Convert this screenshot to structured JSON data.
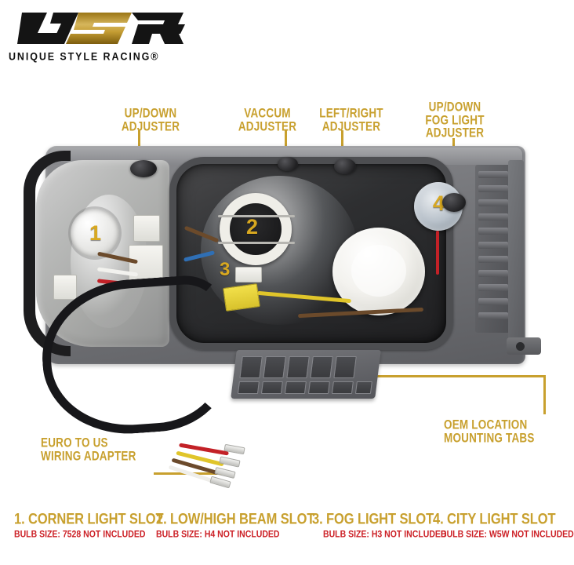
{
  "brand": {
    "logo_text": "USR",
    "tagline": "UNIQUE STYLE RACING®",
    "gold": "#c8a02e",
    "black": "#111111"
  },
  "callouts": [
    {
      "id": "up-down-adjuster",
      "label": "UP/DOWN\nADJUSTER"
    },
    {
      "id": "vaccum-adjuster",
      "label": "VACCUM\nADJUSTER"
    },
    {
      "id": "left-right-adjuster",
      "label": "LEFT/RIGHT\nADJUSTER"
    },
    {
      "id": "up-down-fog-adjuster",
      "label": "UP/DOWN\nFOG LIGHT\nADJUSTER"
    },
    {
      "id": "oem-mounting-tabs",
      "label": "OEM LOCATION\nMOUNTING TABS"
    },
    {
      "id": "euro-to-us-adapter",
      "label": "EURO TO US\nWIRING ADAPTER"
    }
  ],
  "markers": [
    {
      "id": "marker-1",
      "number": "1"
    },
    {
      "id": "marker-2",
      "number": "2"
    },
    {
      "id": "marker-3",
      "number": "3"
    },
    {
      "id": "marker-4",
      "number": "4"
    }
  ],
  "legend": [
    {
      "id": "corner-light",
      "title": "1. CORNER LIGHT SLOT",
      "sub": "BULB SIZE: 7528 NOT INCLUDED"
    },
    {
      "id": "low-high-beam",
      "title": "2. LOW/HIGH BEAM SLOT",
      "sub": "BULB SIZE: H4 NOT INCLUDED"
    },
    {
      "id": "fog-light",
      "title": "3. FOG LIGHT SLOT",
      "sub": "BULB SIZE: H3 NOT INCLUDED"
    },
    {
      "id": "city-light",
      "title": "4. CITY LIGHT SLOT",
      "sub": "BULB SIZE: W5W NOT INCLUDED"
    }
  ],
  "colors": {
    "gold_callout": "#c8a02e",
    "red_subtitle": "#cc2026",
    "marker_gold": "#d8a820",
    "housing_gray": "#6d6e72"
  }
}
